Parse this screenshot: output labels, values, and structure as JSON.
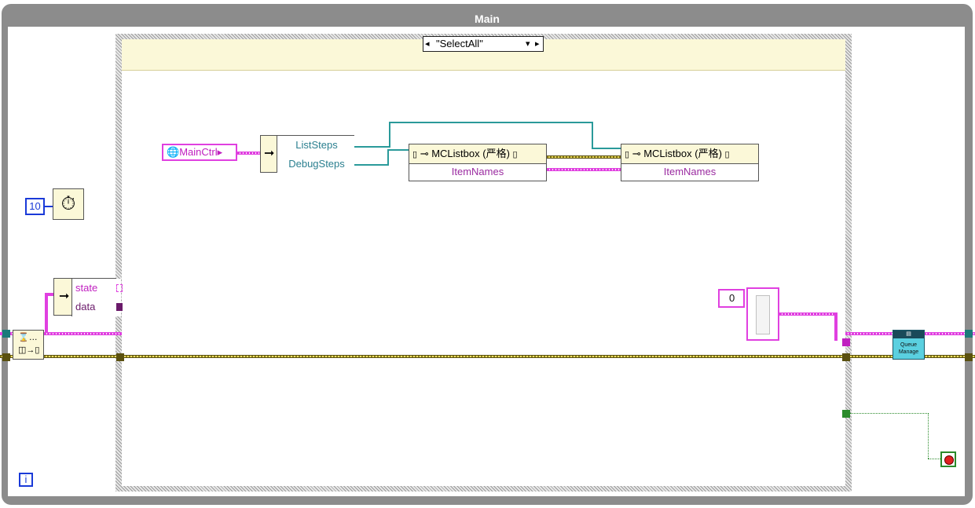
{
  "loop": {
    "title": "Main",
    "iteration_label": "i"
  },
  "case_selector": {
    "value": "\"SelectAll\"",
    "left_arrow": "◂",
    "right_arrow": "▸",
    "dropdown": "▾"
  },
  "main_ctrl": {
    "label": "MainCtrl"
  },
  "unbundle": {
    "fields": [
      "ListSteps",
      "DebugSteps"
    ]
  },
  "property_nodes": [
    {
      "title": "MCListbox (严格)",
      "property": "ItemNames"
    },
    {
      "title": "MCListbox (严格)",
      "property": "ItemNames"
    }
  ],
  "wait_const": {
    "value": "10"
  },
  "state_unbundle": {
    "fields": [
      "state",
      "data"
    ]
  },
  "array_const": {
    "index": "0"
  },
  "queue_subvi": {
    "label": "Queue Manage"
  },
  "colors": {
    "frame": "#8c8c8c",
    "case_bg": "#fbf8d8",
    "pink": "#e040e0",
    "teal": "#2a9a9a"
  },
  "icons": [
    "dequeue-icon",
    "metronome-icon",
    "stop-icon",
    "iteration-icon"
  ]
}
